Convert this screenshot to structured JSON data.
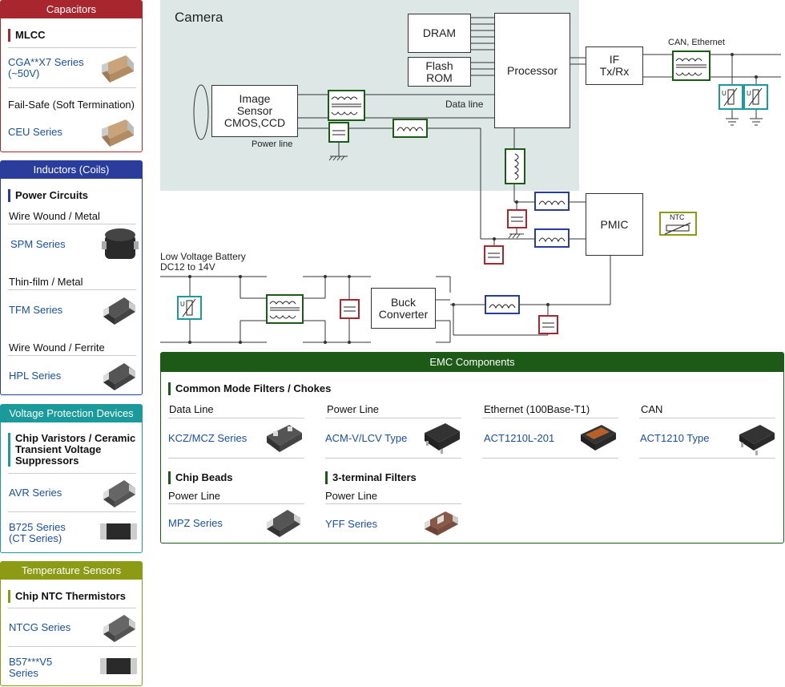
{
  "categories": {
    "capacitors": {
      "title": "Capacitors",
      "color": "#a8262e",
      "mlcc": "MLCC",
      "cga": "CGA**X7 Series\n(~50V)",
      "failsafe": "Fail-Safe (Soft Termination)",
      "ceu": "CEU Series"
    },
    "inductors": {
      "title": "Inductors (Coils)",
      "color": "#2a3d9c",
      "power_circuits": "Power Circuits",
      "wire_metal": "Wire Wound / Metal",
      "spm": "SPM Series",
      "thin_metal": "Thin-film / Metal",
      "tfm": "TFM Series",
      "wire_ferrite": "Wire Wound / Ferrite",
      "hpl": "HPL Series"
    },
    "voltage": {
      "title": "Voltage Protection Devices",
      "color": "#1a9a9a",
      "chip_varistors": "Chip Varistors / Ceramic Transient Voltage Suppressors",
      "avr": "AVR Series",
      "b725": "B725 Series\n(CT Series)"
    },
    "temperature": {
      "title": "Temperature Sensors",
      "color": "#8c9a14",
      "ntc": "Chip NTC Thermistors",
      "ntcg": "NTCG Series",
      "b57": "B57***V5\nSeries"
    }
  },
  "diagram": {
    "camera": "Camera",
    "dram": "DRAM",
    "flash_rom": "Flash\nROM",
    "processor": "Processor",
    "if_txrx": "IF\nTx/Rx",
    "can_ethernet": "CAN, Ethernet",
    "image_sensor": "Image\nSensor\nCMOS,CCD",
    "data_line": "Data line",
    "power_line": "Power line",
    "pmic": "PMIC",
    "ntc_label": "NTC",
    "battery": "Low Voltage Battery\nDC12 to 14V",
    "buck": "Buck\nConverter",
    "varistor_u": "U"
  },
  "emc": {
    "title": "EMC Components",
    "cmf": "Common Mode Filters / Chokes",
    "data_line": "Data Line",
    "kcz": "KCZ/MCZ Series",
    "power_line": "Power Line",
    "acm": "ACM-V/LCV Type",
    "ethernet": "Ethernet (100Base-T1)",
    "act1210l": "ACT1210L-201",
    "can": "CAN",
    "act1210": "ACT1210 Type",
    "chip_beads": "Chip Beads",
    "beads_power": "Power Line",
    "mpz": "MPZ Series",
    "three_terminal": "3-terminal Filters",
    "three_power": "Power Line",
    "yff": "YFF Series"
  },
  "colors": {
    "capacitor": "#a8262e",
    "inductor": "#2a3d9c",
    "varistor": "#1a9a9a",
    "thermistor": "#8c9a14",
    "emc": "#1d5a17"
  }
}
